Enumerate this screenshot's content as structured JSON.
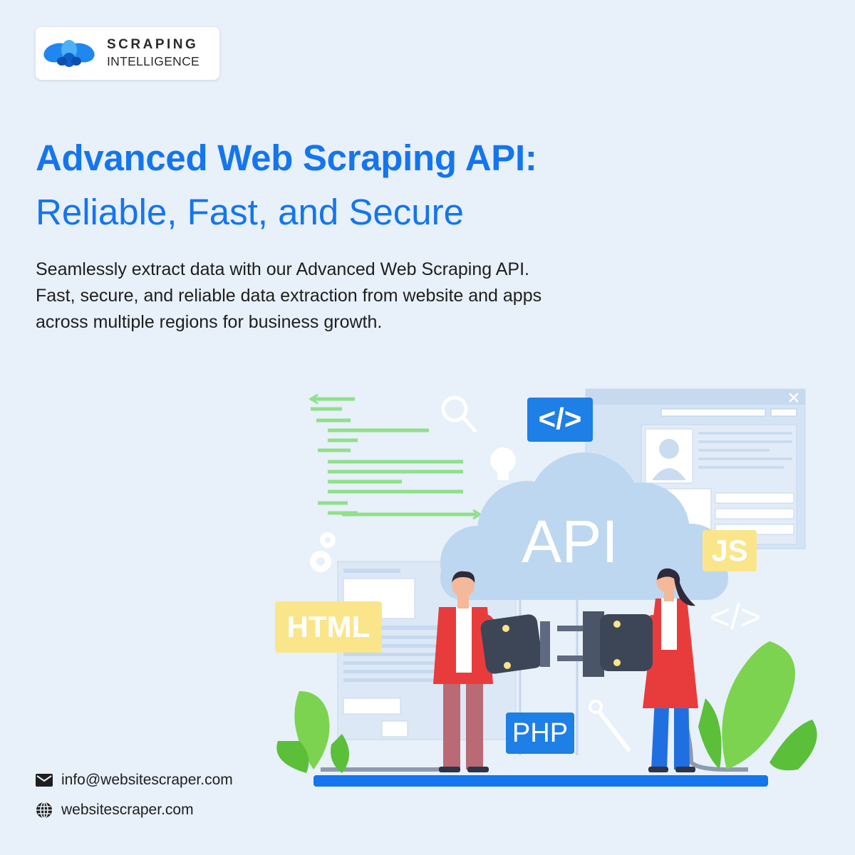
{
  "brand": {
    "name_line1": "SCRAPING",
    "name_line2": "INTELLIGENCE",
    "logo_color": "#1e88f0"
  },
  "heading": {
    "title": "Advanced Web Scraping API:",
    "subtitle": "Reliable, Fast, and Secure"
  },
  "description": {
    "lines": [
      "Seamlessly extract data with our Advanced Web Scraping API.",
      "Fast, secure, and reliable data extraction from website and apps",
      "across multiple regions for business growth."
    ]
  },
  "illustration": {
    "cloud_label": "API",
    "tags": {
      "html": "HTML",
      "js": "JS",
      "php": "PHP",
      "code_top": "</>",
      "code_right": "</>"
    }
  },
  "contact": {
    "email": "info@websitescraper.com",
    "email_icon": "envelope-icon",
    "website": "websitescraper.com",
    "website_icon": "globe-icon"
  },
  "colors": {
    "background": "#e8f0f9",
    "primary_blue": "#1475ee",
    "text_dark": "#1e1e1e",
    "yellow_tag": "#fbe58a",
    "blue_tag": "#1e7fe6"
  }
}
